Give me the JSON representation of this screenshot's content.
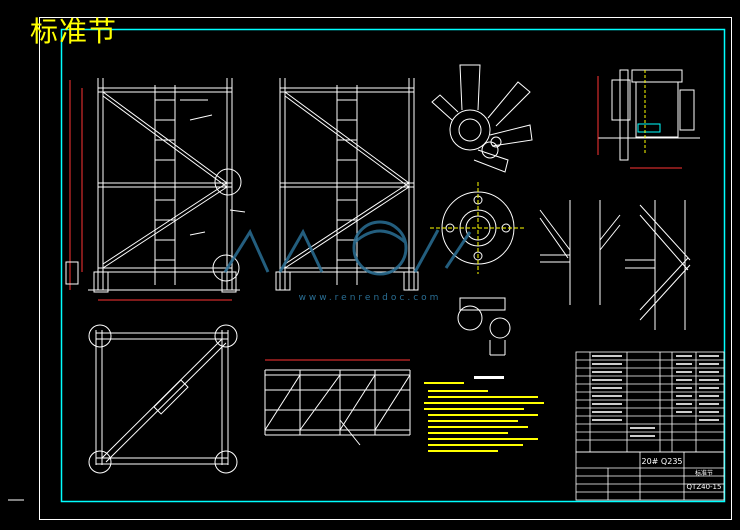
{
  "overlay": {
    "title": "标准节"
  },
  "drawing": {
    "title_block": {
      "material_label": "20# Q235",
      "drawing_number": "QTZ40-15",
      "part_name": "标准节"
    },
    "watermark": {
      "text": "www.renrendoc.com"
    },
    "colors": {
      "frame": "#00ffff",
      "lines": "#ffffff",
      "dims": "#ff3333",
      "accent": "#ffff00",
      "green": "#22dd22",
      "watermark": "#2a6f95"
    }
  }
}
